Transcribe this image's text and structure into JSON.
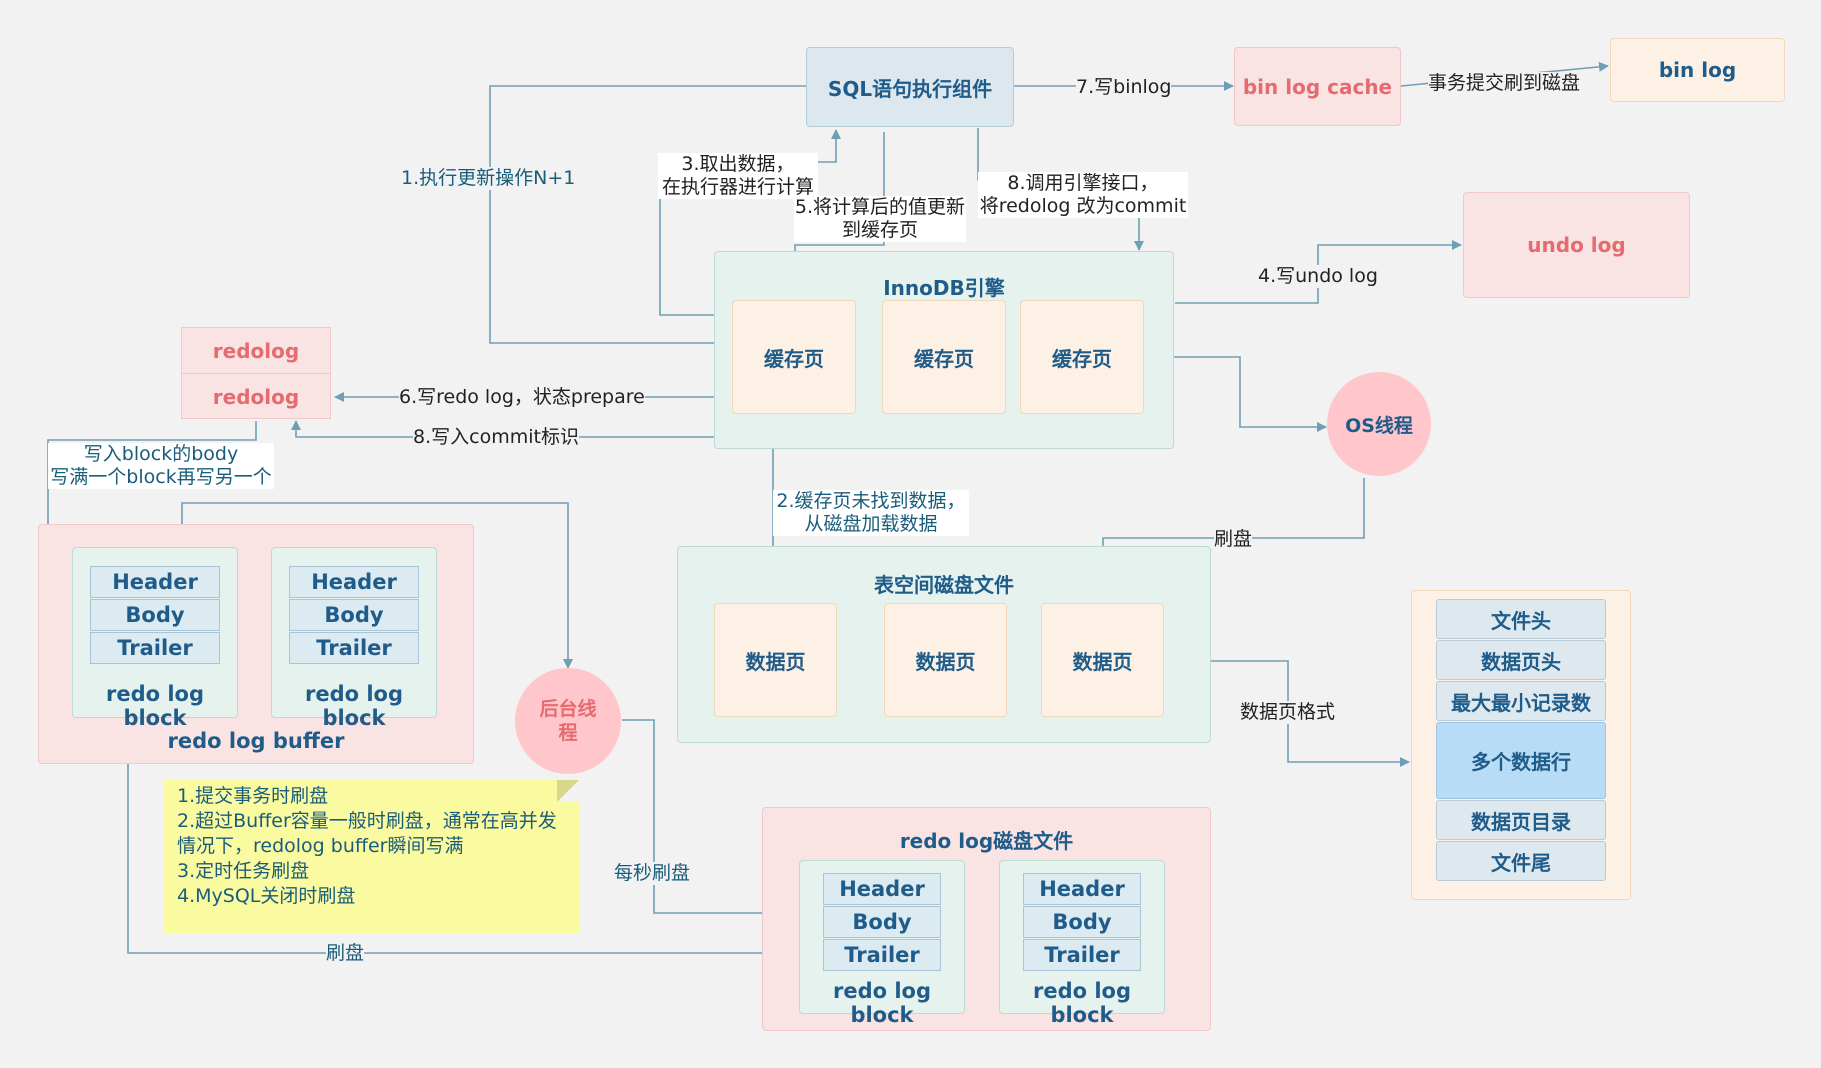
{
  "sql_component": "SQL语句执行组件",
  "bin_log_cache": "bin log cache",
  "bin_log": "bin log",
  "undo_log": "undo log",
  "innodb": {
    "title": "InnoDB引擎",
    "pages": [
      "缓存页",
      "缓存页",
      "缓存页"
    ]
  },
  "redolog_stack": [
    "redolog",
    "redolog"
  ],
  "os_thread": "OS线程",
  "bg_thread": "后台线\n程",
  "tablespace": {
    "title": "表空间磁盘文件",
    "pages": [
      "数据页",
      "数据页",
      "数据页"
    ]
  },
  "redo_buffer": {
    "title": "redo log buffer",
    "blocks": [
      {
        "cells": [
          "Header",
          "Body",
          "Trailer"
        ],
        "caption": "redo log block"
      },
      {
        "cells": [
          "Header",
          "Body",
          "Trailer"
        ],
        "caption": "redo log block"
      }
    ]
  },
  "redo_disk": {
    "title": "redo log磁盘文件",
    "blocks": [
      {
        "cells": [
          "Header",
          "Body",
          "Trailer"
        ],
        "caption": "redo log block"
      },
      {
        "cells": [
          "Header",
          "Body",
          "Trailer"
        ],
        "caption": "redo log block"
      }
    ]
  },
  "page_format": {
    "label": "数据页格式",
    "rows": [
      "文件头",
      "数据页头",
      "最大最小记录数",
      "多个数据行",
      "数据页目录",
      "文件尾"
    ]
  },
  "labels": {
    "step1": "1.执行更新操作N+1",
    "step2": "2.缓存页未找到数据，\n从磁盘加载数据",
    "step3": "3.取出数据，\n在执行器进行计算",
    "step4": "4.写undo log",
    "step5": "5.将计算后的值更新\n到缓存页",
    "step6": "6.写redo log，状态prepare",
    "step7": "7.写binlog",
    "step8a": "8.调用引擎接口，\n将redolog 改为commit",
    "step8b": "8.写入commit标识",
    "commit_flush": "事务提交刷到磁盘",
    "write_block": "写入block的body\n写满一个block再写另一个",
    "flush_os": "刷盘",
    "flush_per_sec": "每秒刷盘",
    "flush_buffer": "刷盘"
  },
  "note": "1.提交事务时刷盘\n2.超过Buffer容量一般时刷盘，通常在高并发\n情况下，redolog buffer瞬间写满\n3.定时任务刷盘\n4.MySQL关闭时刷盘",
  "colors": {
    "arrow": "#6f9fb5",
    "teal_panel": "#e6f2ee",
    "pink_panel": "#fae3e3",
    "peach_panel": "#fdf1e6",
    "blue_text": "#1f5c8a",
    "red_text": "#e56b6f",
    "circle": "#ffc7cc",
    "note": "#fafaa0",
    "highlight_row": "#b9dcf6"
  }
}
